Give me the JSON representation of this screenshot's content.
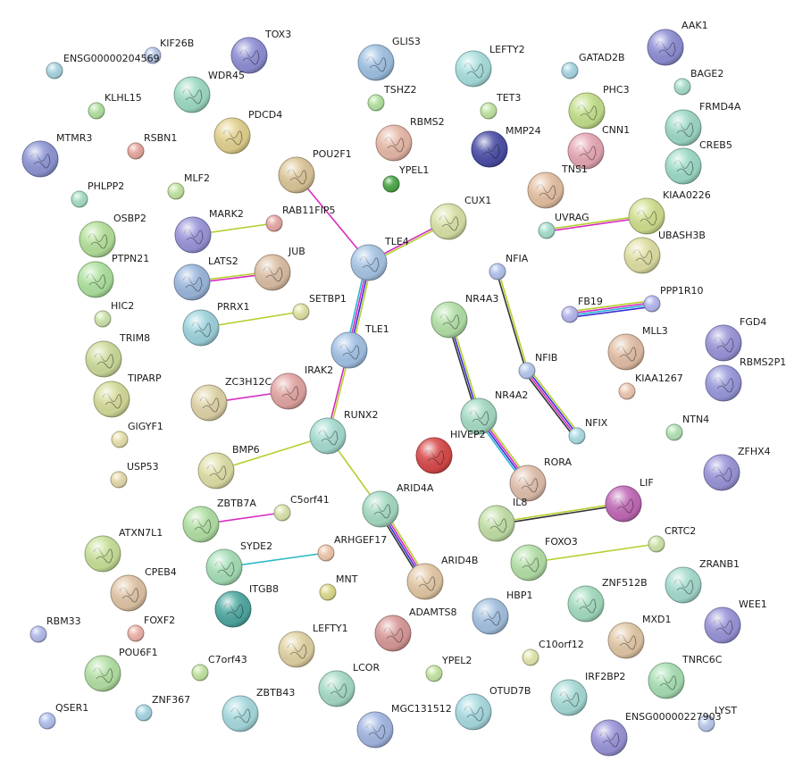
{
  "network": {
    "nodes": [
      {
        "id": "KIF26B",
        "label": "KIF26B",
        "color": "#b9c7ea",
        "structure": false
      },
      {
        "id": "ENSG00000204569",
        "label": "ENSG00000204569",
        "color": "#aad6e2",
        "structure": false
      },
      {
        "id": "TOX3",
        "label": "TOX3",
        "color": "#8f8fd6",
        "structure": true
      },
      {
        "id": "GLIS3",
        "label": "GLIS3",
        "color": "#9fc2e3",
        "structure": true
      },
      {
        "id": "LEFTY2",
        "label": "LEFTY2",
        "color": "#a9e0df",
        "structure": true
      },
      {
        "id": "GATAD2B",
        "label": "GATAD2B",
        "color": "#aad7e5",
        "structure": false
      },
      {
        "id": "AAK1",
        "label": "AAK1",
        "color": "#8f8fd6",
        "structure": true
      },
      {
        "id": "BAGE2",
        "label": "BAGE2",
        "color": "#a8e0cf",
        "structure": false
      },
      {
        "id": "WDR45",
        "label": "WDR45",
        "color": "#9fdcc4",
        "structure": true
      },
      {
        "id": "KLHL15",
        "label": "KLHL15",
        "color": "#b4e2a2",
        "structure": false
      },
      {
        "id": "TSHZ2",
        "label": "TSHZ2",
        "color": "#b6e4a2",
        "structure": false
      },
      {
        "id": "TET3",
        "label": "TET3",
        "color": "#c3e6a4",
        "structure": false
      },
      {
        "id": "PHC3",
        "label": "PHC3",
        "color": "#c4e08c",
        "structure": true
      },
      {
        "id": "FRMD4A",
        "label": "FRMD4A",
        "color": "#9fd9c8",
        "structure": true
      },
      {
        "id": "MTMR3",
        "label": "MTMR3",
        "color": "#8f97d6",
        "structure": true
      },
      {
        "id": "RSBN1",
        "label": "RSBN1",
        "color": "#e8a9a0",
        "structure": false
      },
      {
        "id": "PDCD4",
        "label": "PDCD4",
        "color": "#e3d28f",
        "structure": true
      },
      {
        "id": "RBMS2",
        "label": "RBMS2",
        "color": "#e8b9a8",
        "structure": true
      },
      {
        "id": "MMP24",
        "label": "MMP24",
        "color": "#4c4fa8",
        "structure": true
      },
      {
        "id": "CNN1",
        "label": "CNN1",
        "color": "#e7a8b4",
        "structure": true
      },
      {
        "id": "CREB5",
        "label": "CREB5",
        "color": "#9fdcc9",
        "structure": true
      },
      {
        "id": "PHLPP2",
        "label": "PHLPP2",
        "color": "#a8e0c4",
        "structure": false
      },
      {
        "id": "MLF2",
        "label": "MLF2",
        "color": "#c5e6a4",
        "structure": false
      },
      {
        "id": "YPEL1",
        "label": "YPEL1",
        "color": "#4da84a",
        "structure": false
      },
      {
        "id": "POU2F1",
        "label": "POU2F1",
        "color": "#ddc79a",
        "structure": true
      },
      {
        "id": "TNS1",
        "label": "TNS1",
        "color": "#e5c1a3",
        "structure": true
      },
      {
        "id": "OSBP2",
        "label": "OSBP2",
        "color": "#b5e19b",
        "structure": true
      },
      {
        "id": "MARK2",
        "label": "MARK2",
        "color": "#9a96da",
        "structure": true
      },
      {
        "id": "RAB11FIP5",
        "label": "RAB11FIP5",
        "color": "#e8a9a6",
        "structure": false
      },
      {
        "id": "CUX1",
        "label": "CUX1",
        "color": "#dbe3a8",
        "structure": true
      },
      {
        "id": "UVRAG",
        "label": "UVRAG",
        "color": "#a8e0cf",
        "structure": false
      },
      {
        "id": "KIAA0226",
        "label": "KIAA0226",
        "color": "#d0e08f",
        "structure": true
      },
      {
        "id": "UBASH3B",
        "label": "UBASH3B",
        "color": "#e0e0a4",
        "structure": true
      },
      {
        "id": "PTPN21",
        "label": "PTPN21",
        "color": "#aee3a0",
        "structure": true
      },
      {
        "id": "JUB",
        "label": "JUB",
        "color": "#dcbfa4",
        "structure": true
      },
      {
        "id": "TLE4",
        "label": "TLE4",
        "color": "#a9c6e6",
        "structure": true
      },
      {
        "id": "LATS2",
        "label": "LATS2",
        "color": "#9cb8de",
        "structure": true
      },
      {
        "id": "NFIA",
        "label": "NFIA",
        "color": "#b4c4ee",
        "structure": false
      },
      {
        "id": "PPP1R10",
        "label": "PPP1R10",
        "color": "#b5b8ee",
        "structure": false
      },
      {
        "id": "FB19",
        "label": "FB19",
        "color": "#b7b8ee",
        "structure": false
      },
      {
        "id": "HIC2",
        "label": "HIC2",
        "color": "#cfe6ae",
        "structure": false
      },
      {
        "id": "PRRX1",
        "label": "PRRX1",
        "color": "#9fd4de",
        "structure": true
      },
      {
        "id": "SETBP1",
        "label": "SETBP1",
        "color": "#e2e3a6",
        "structure": false
      },
      {
        "id": "NR4A3",
        "label": "NR4A3",
        "color": "#b3e1a8",
        "structure": true
      },
      {
        "id": "TLE1",
        "label": "TLE1",
        "color": "#a3c3e6",
        "structure": true
      },
      {
        "id": "FGD4",
        "label": "FGD4",
        "color": "#9a96da",
        "structure": true
      },
      {
        "id": "TRIM8",
        "label": "TRIM8",
        "color": "#cddc9c",
        "structure": true
      },
      {
        "id": "MLL3",
        "label": "MLL3",
        "color": "#e3bfa6",
        "structure": true
      },
      {
        "id": "NFIB",
        "label": "NFIB",
        "color": "#b7cbee",
        "structure": false
      },
      {
        "id": "RBMS2P1",
        "label": "RBMS2P1",
        "color": "#9a9ade",
        "structure": true
      },
      {
        "id": "IRAK2",
        "label": "IRAK2",
        "color": "#e3a6a4",
        "structure": true
      },
      {
        "id": "TIPARP",
        "label": "TIPARP",
        "color": "#d6dc9a",
        "structure": true
      },
      {
        "id": "ZC3H12C",
        "label": "ZC3H12C",
        "color": "#e0d4a8",
        "structure": true
      },
      {
        "id": "KIAA1267",
        "label": "KIAA1267",
        "color": "#efc9b4",
        "structure": false
      },
      {
        "id": "NR4A2",
        "label": "NR4A2",
        "color": "#a6dcc4",
        "structure": true
      },
      {
        "id": "GIGYF1",
        "label": "GIGYF1",
        "color": "#e9e2ae",
        "structure": false
      },
      {
        "id": "RUNX2",
        "label": "RUNX2",
        "color": "#a7ddd2",
        "structure": true
      },
      {
        "id": "NTN4",
        "label": "NTN4",
        "color": "#b5e4b7",
        "structure": false
      },
      {
        "id": "NFIX",
        "label": "NFIX",
        "color": "#addfe5",
        "structure": false
      },
      {
        "id": "HIVEP2",
        "label": "HIVEP2",
        "color": "#d94a4a",
        "structure": true
      },
      {
        "id": "BMP6",
        "label": "BMP6",
        "color": "#e0e0a8",
        "structure": true
      },
      {
        "id": "USP53",
        "label": "USP53",
        "color": "#e7dcac",
        "structure": false
      },
      {
        "id": "RORA",
        "label": "RORA",
        "color": "#e1c0ad",
        "structure": true
      },
      {
        "id": "ZFHX4",
        "label": "ZFHX4",
        "color": "#9a96da",
        "structure": true
      },
      {
        "id": "LIF",
        "label": "LIF",
        "color": "#c26ab8",
        "structure": true
      },
      {
        "id": "ZBTB7A",
        "label": "ZBTB7A",
        "color": "#b2e1a4",
        "structure": true
      },
      {
        "id": "C5orf41",
        "label": "C5orf41",
        "color": "#dbe6ae",
        "structure": false
      },
      {
        "id": "ARID4A",
        "label": "ARID4A",
        "color": "#a7dcc4",
        "structure": true
      },
      {
        "id": "IL8",
        "label": "IL8",
        "color": "#c3e0a7",
        "structure": true
      },
      {
        "id": "ATXN7L1",
        "label": "ATXN7L1",
        "color": "#c9e19a",
        "structure": true
      },
      {
        "id": "CRTC2",
        "label": "CRTC2",
        "color": "#d0e6aa",
        "structure": false
      },
      {
        "id": "FOXO3",
        "label": "FOXO3",
        "color": "#b5e1a8",
        "structure": true
      },
      {
        "id": "SYDE2",
        "label": "SYDE2",
        "color": "#a7e0b9",
        "structure": true
      },
      {
        "id": "ARHGEF17",
        "label": "ARHGEF17",
        "color": "#efc9ae",
        "structure": false
      },
      {
        "id": "ZRANB1",
        "label": "ZRANB1",
        "color": "#a7ddd0",
        "structure": true
      },
      {
        "id": "CPEB4",
        "label": "CPEB4",
        "color": "#e1c5a7",
        "structure": true
      },
      {
        "id": "ARID4B",
        "label": "ARID4B",
        "color": "#e4c9a6",
        "structure": true
      },
      {
        "id": "ITGB8",
        "label": "ITGB8",
        "color": "#4fa9a2",
        "structure": true
      },
      {
        "id": "MNT",
        "label": "MNT",
        "color": "#dedc8f",
        "structure": false
      },
      {
        "id": "ZNF512B",
        "label": "ZNF512B",
        "color": "#a4ddc0",
        "structure": true
      },
      {
        "id": "HBP1",
        "label": "HBP1",
        "color": "#a4c2e2",
        "structure": true
      },
      {
        "id": "WEE1",
        "label": "WEE1",
        "color": "#9a96da",
        "structure": true
      },
      {
        "id": "RBM33",
        "label": "RBM33",
        "color": "#b4bdee",
        "structure": false
      },
      {
        "id": "FOXF2",
        "label": "FOXF2",
        "color": "#efb4ac",
        "structure": false
      },
      {
        "id": "MXD1",
        "label": "MXD1",
        "color": "#e2c8a7",
        "structure": true
      },
      {
        "id": "ADAMTS8",
        "label": "ADAMTS8",
        "color": "#d99a99",
        "structure": true
      },
      {
        "id": "LEFTY1",
        "label": "LEFTY1",
        "color": "#e2d3a4",
        "structure": true
      },
      {
        "id": "C10orf12",
        "label": "C10orf12",
        "color": "#e4e8ae",
        "structure": false
      },
      {
        "id": "POU6F1",
        "label": "POU6F1",
        "color": "#b4e1a4",
        "structure": true
      },
      {
        "id": "C7orf43",
        "label": "C7orf43",
        "color": "#c3e6a4",
        "structure": false
      },
      {
        "id": "YPEL2",
        "label": "YPEL2",
        "color": "#c6e6a6",
        "structure": false
      },
      {
        "id": "IRF2BP2",
        "label": "IRF2BP2",
        "color": "#a8dcd8",
        "structure": true
      },
      {
        "id": "TNRC6C",
        "label": "TNRC6C",
        "color": "#a8e0b4",
        "structure": true
      },
      {
        "id": "LCOR",
        "label": "LCOR",
        "color": "#a7dcc6",
        "structure": true
      },
      {
        "id": "ZNF367",
        "label": "ZNF367",
        "color": "#a9d7e6",
        "structure": false
      },
      {
        "id": "ZBTB43",
        "label": "ZBTB43",
        "color": "#a8dbe0",
        "structure": true
      },
      {
        "id": "OTUD7B",
        "label": "OTUD7B",
        "color": "#a9dce2",
        "structure": true
      },
      {
        "id": "QSER1",
        "label": "QSER1",
        "color": "#b4c3ee",
        "structure": false
      },
      {
        "id": "MGC131512",
        "label": "MGC131512",
        "color": "#a4b8e4",
        "structure": true
      },
      {
        "id": "LYST",
        "label": "LYST",
        "color": "#bccbee",
        "structure": false
      },
      {
        "id": "ENSG00000227903",
        "label": "ENSG00000227903",
        "color": "#9a96da",
        "structure": true
      }
    ],
    "edges": [
      {
        "source": "POU2F1",
        "target": "TLE4",
        "colors": [
          "#d62bc0"
        ]
      },
      {
        "source": "CUX1",
        "target": "TLE4",
        "colors": [
          "#b5cf2e",
          "#d62bc0"
        ]
      },
      {
        "source": "TLE4",
        "target": "TLE1",
        "colors": [
          "#b5cf2e",
          "#3b2fd6",
          "#d62bc0",
          "#2bb8d6"
        ]
      },
      {
        "source": "TLE1",
        "target": "RUNX2",
        "colors": [
          "#b5cf2e",
          "#d62bc0"
        ]
      },
      {
        "source": "MARK2",
        "target": "RAB11FIP5",
        "colors": [
          "#b5cf2e"
        ]
      },
      {
        "source": "LATS2",
        "target": "JUB",
        "colors": [
          "#b5cf2e",
          "#d62bc0"
        ]
      },
      {
        "source": "PRRX1",
        "target": "SETBP1",
        "colors": [
          "#b5cf2e"
        ]
      },
      {
        "source": "ZC3H12C",
        "target": "IRAK2",
        "colors": [
          "#d62bc0"
        ]
      },
      {
        "source": "RUNX2",
        "target": "BMP6",
        "colors": [
          "#b5cf2e"
        ]
      },
      {
        "source": "RUNX2",
        "target": "ARID4A",
        "colors": [
          "#b5cf2e"
        ]
      },
      {
        "source": "ARID4A",
        "target": "ARID4B",
        "colors": [
          "#b5cf2e",
          "#d62bc0",
          "#3b2fd6",
          "#333333"
        ]
      },
      {
        "source": "ZBTB7A",
        "target": "C5orf41",
        "colors": [
          "#d62bc0"
        ]
      },
      {
        "source": "SYDE2",
        "target": "ARHGEF17",
        "colors": [
          "#2bb8c8"
        ]
      },
      {
        "source": "UVRAG",
        "target": "KIAA0226",
        "colors": [
          "#b5cf2e",
          "#d62bc0"
        ]
      },
      {
        "source": "NFIA",
        "target": "NFIB",
        "colors": [
          "#b5cf2e",
          "#333333"
        ]
      },
      {
        "source": "NFIB",
        "target": "NFIX",
        "colors": [
          "#b5cf2e",
          "#3b2fd6",
          "#d62bc0",
          "#333333"
        ]
      },
      {
        "source": "FB19",
        "target": "PPP1R10",
        "colors": [
          "#b5cf2e",
          "#d62bc0",
          "#2bb8d6",
          "#3b2fd6"
        ]
      },
      {
        "source": "NR4A3",
        "target": "NR4A2",
        "colors": [
          "#b5cf2e",
          "#3b2fd6",
          "#333333"
        ]
      },
      {
        "source": "NR4A2",
        "target": "RORA",
        "colors": [
          "#b5cf2e",
          "#d62bc0",
          "#3b2fd6",
          "#2bb8d6"
        ]
      },
      {
        "source": "IL8",
        "target": "LIF",
        "colors": [
          "#b5cf2e",
          "#333333"
        ]
      },
      {
        "source": "FOXO3",
        "target": "CRTC2",
        "colors": [
          "#b5cf2e"
        ]
      }
    ]
  }
}
